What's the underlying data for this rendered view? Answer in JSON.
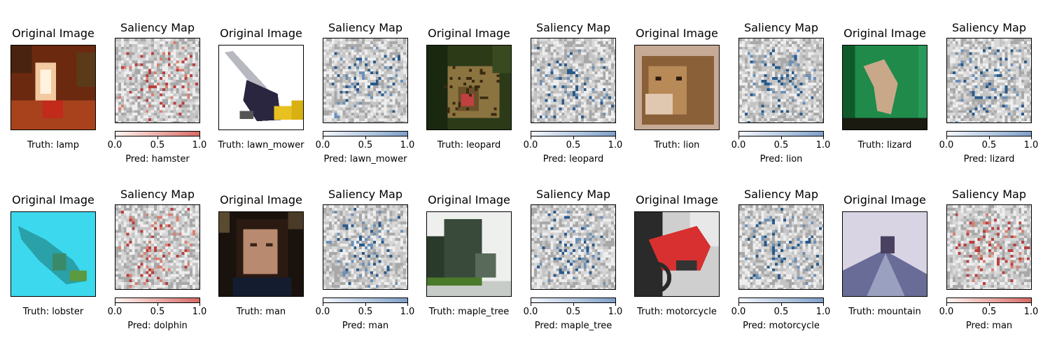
{
  "titles": {
    "original": "Original Image",
    "saliency": "Saliency Map"
  },
  "ticks": [
    "0.0",
    "0.5",
    "1.0"
  ],
  "colors": {
    "red_cmap_end": "#d66a64",
    "blue_cmap_end": "#7f9fc9"
  },
  "pairs": [
    {
      "truth": "Truth: lamp",
      "pred": "Pred: hamster",
      "cmap": "red",
      "scene": "lamp-room"
    },
    {
      "truth": "Truth: lawn_mower",
      "pred": "Pred: lawn_mower",
      "cmap": "blue",
      "scene": "lawn-mower"
    },
    {
      "truth": "Truth: leopard",
      "pred": "Pred: leopard",
      "cmap": "blue",
      "scene": "leopard"
    },
    {
      "truth": "Truth: lion",
      "pred": "Pred: lion",
      "cmap": "blue",
      "scene": "lion"
    },
    {
      "truth": "Truth: lizard",
      "pred": "Pred: lizard",
      "cmap": "blue",
      "scene": "lizard"
    },
    {
      "truth": "Truth: lobster",
      "pred": "Pred: dolphin",
      "cmap": "red",
      "scene": "lobster-cyan"
    },
    {
      "truth": "Truth: man",
      "pred": "Pred: man",
      "cmap": "blue",
      "scene": "man-portrait"
    },
    {
      "truth": "Truth: maple_tree",
      "pred": "Pred: maple_tree",
      "cmap": "blue",
      "scene": "maple-tree"
    },
    {
      "truth": "Truth: motorcycle",
      "pred": "Pred: motorcycle",
      "cmap": "blue",
      "scene": "motorcycle"
    },
    {
      "truth": "Truth: mountain",
      "pred": "Pred: man",
      "cmap": "red",
      "scene": "mountain"
    }
  ]
}
